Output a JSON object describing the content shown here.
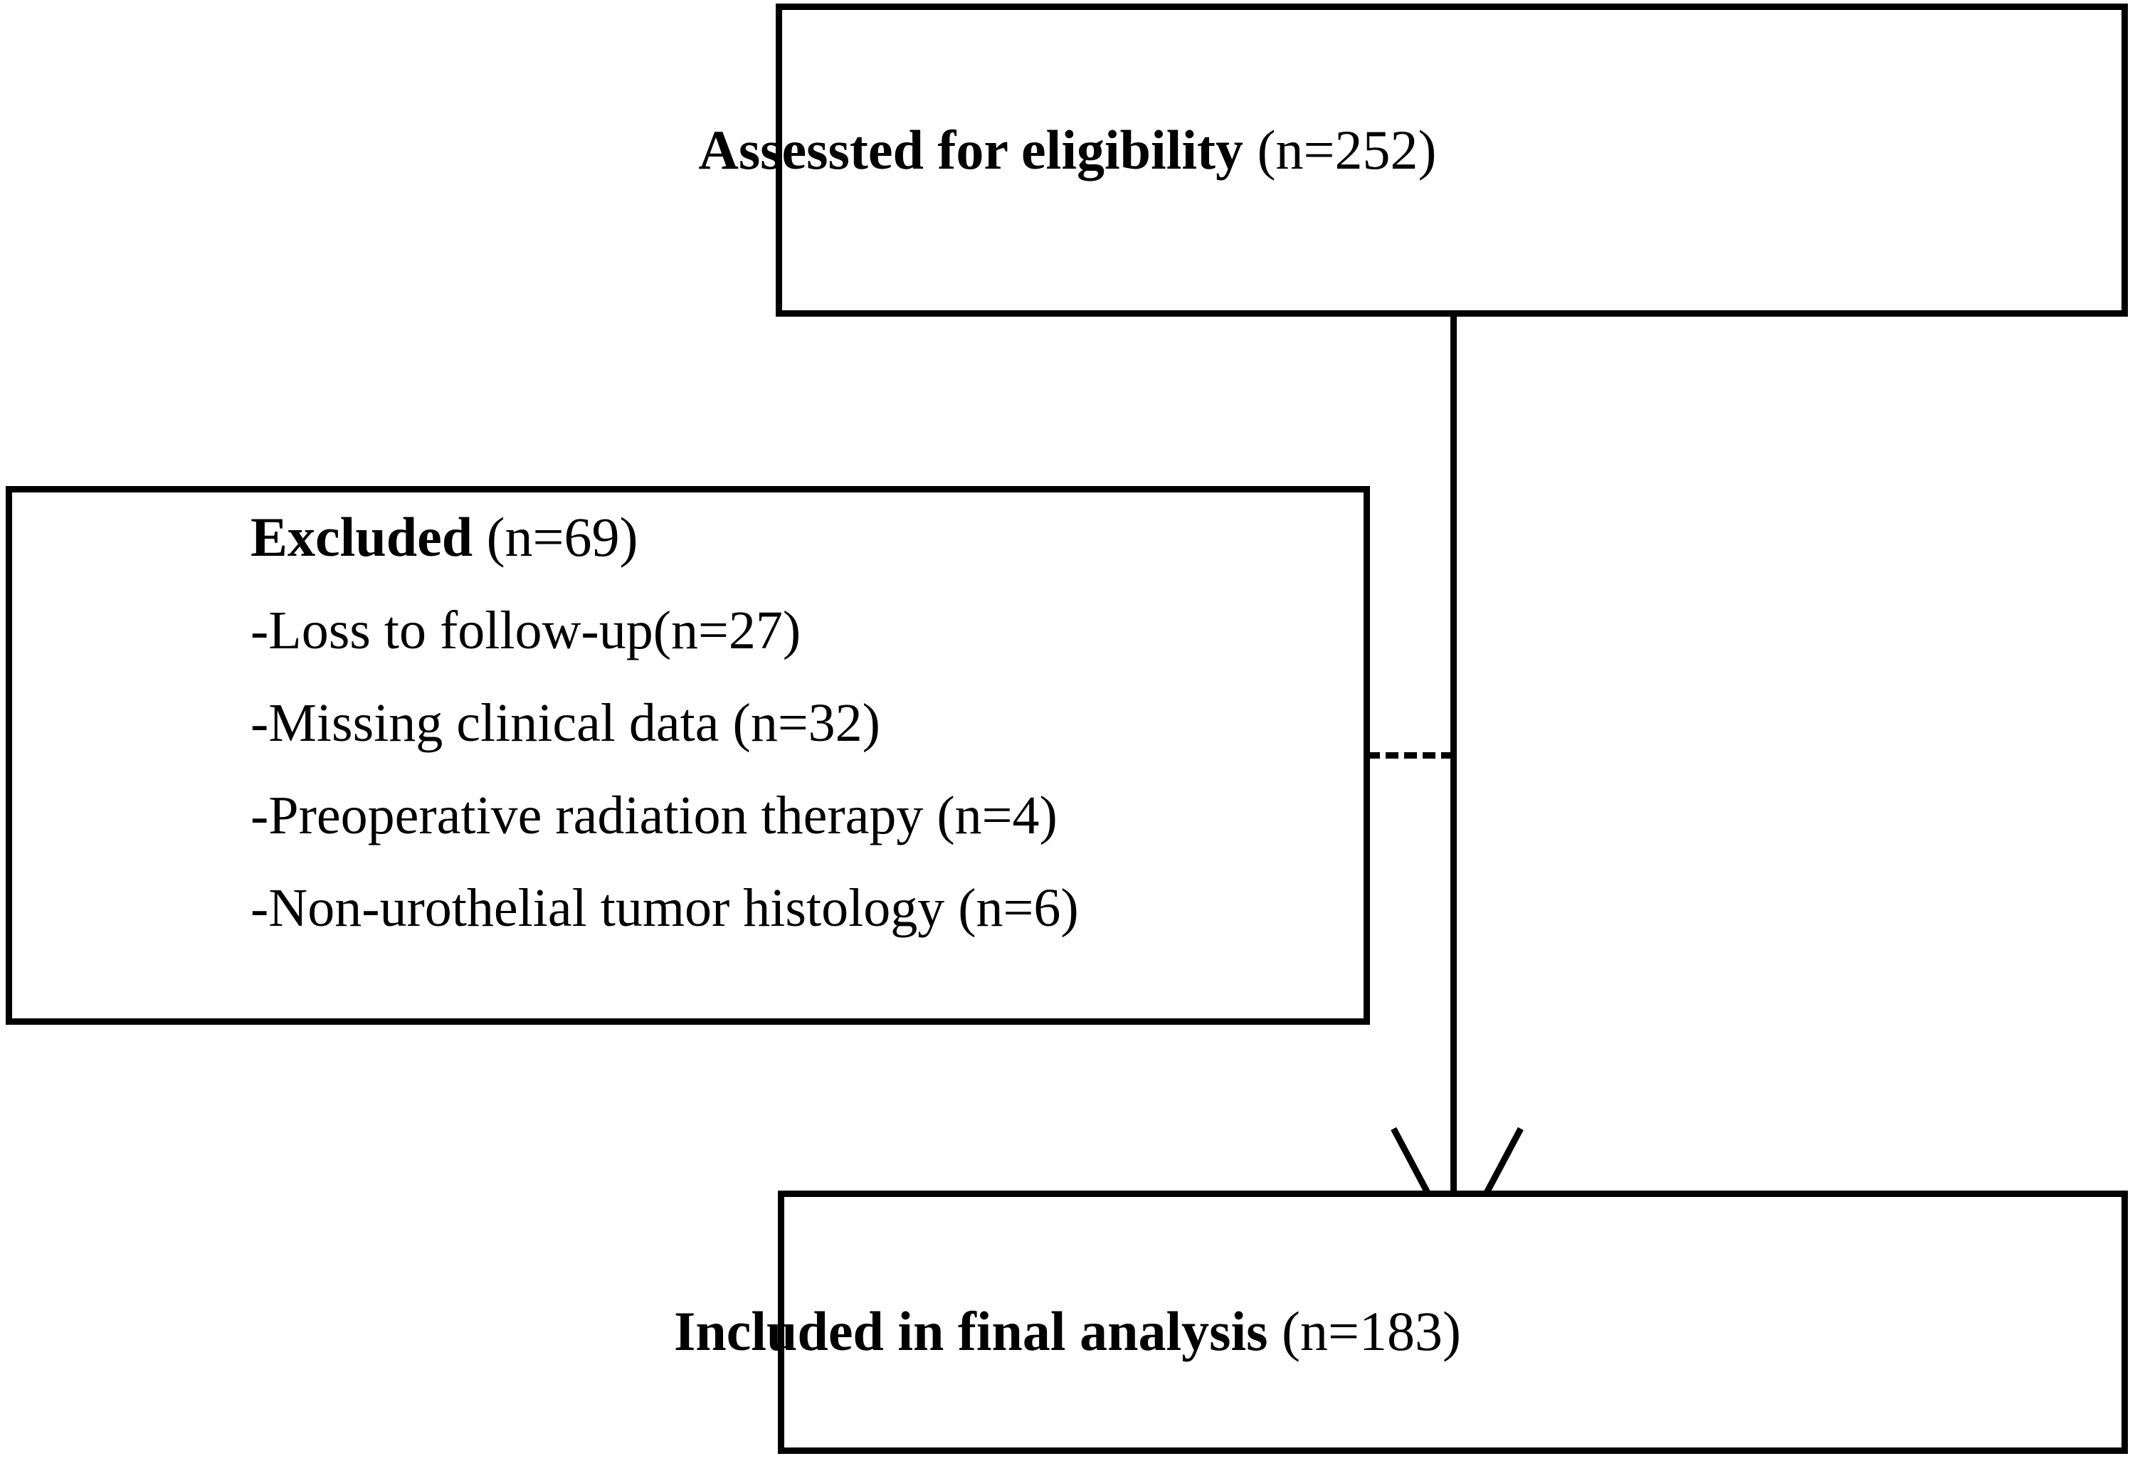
{
  "diagram": {
    "type": "flowchart",
    "title": "Study participant flow diagram",
    "colors": {
      "stroke": "#000000",
      "fill": "#ffffff",
      "text": "#000000"
    },
    "nodes": {
      "assessed": {
        "label_bold": "Assessted for eligibility",
        "label_count": " (n=252)",
        "n": 252
      },
      "excluded": {
        "heading_bold": "Excluded",
        "heading_count": " (n=69)",
        "n": 69,
        "items": [
          {
            "label": "-Loss to follow-up(n=27)",
            "reason": "Loss to follow-up",
            "n": 27
          },
          {
            "label": "-Missing clinical data (n=32)",
            "reason": "Missing clinical data",
            "n": 32
          },
          {
            "label": "-Preoperative radiation therapy (n=4)",
            "reason": "Preoperative radiation therapy",
            "n": 4
          },
          {
            "label": "-Non-urothelial tumor histology (n=6)",
            "reason": "Non-urothelial tumor histology",
            "n": 6
          }
        ]
      },
      "included": {
        "label_bold": "Included in final analysis",
        "label_count": " (n=183)",
        "n": 183
      }
    },
    "connectors": {
      "main_arrow": "solid-vertical-arrow-down",
      "exclusion_link": "dashed-horizontal"
    }
  }
}
